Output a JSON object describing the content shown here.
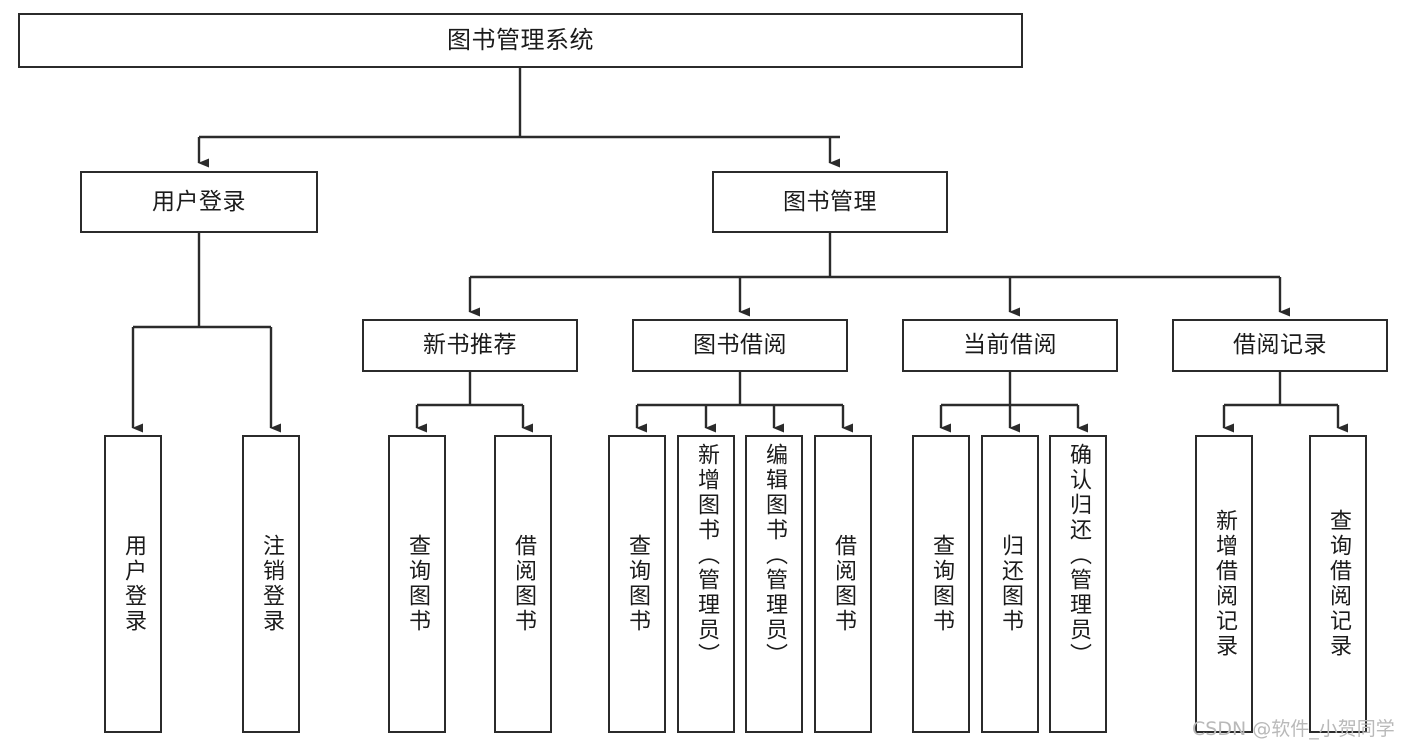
{
  "diagram": {
    "title": "图书管理系统",
    "type": "tree-hierarchy",
    "root": {
      "label": "图书管理系统"
    },
    "level2": [
      {
        "label": "用户登录"
      },
      {
        "label": "图书管理"
      }
    ],
    "level3": [
      {
        "label": "新书推荐"
      },
      {
        "label": "图书借阅"
      },
      {
        "label": "当前借阅"
      },
      {
        "label": "借阅记录"
      }
    ],
    "leaves": {
      "user_login": [
        {
          "label": "用户登录"
        },
        {
          "label": "注销登录"
        }
      ],
      "new_book_recommend": [
        {
          "label": "查询图书"
        },
        {
          "label": "借阅图书"
        }
      ],
      "book_borrow": [
        {
          "label": "查询图书"
        },
        {
          "label": "新增图书（管理员）"
        },
        {
          "label": "编辑图书（管理员）"
        },
        {
          "label": "借阅图书"
        }
      ],
      "current_borrow": [
        {
          "label": "查询图书"
        },
        {
          "label": "归还图书"
        },
        {
          "label": "确认归还（管理员）"
        }
      ],
      "borrow_record": [
        {
          "label": "新增借阅记录"
        },
        {
          "label": "查询借阅记录"
        }
      ]
    }
  },
  "watermark": {
    "text": "CSDN @软件_小贺同学"
  },
  "colors": {
    "stroke": "#2b2b2b",
    "text": "#1b1b1b",
    "background": "#ffffff",
    "watermark": "#b9b9b9"
  }
}
